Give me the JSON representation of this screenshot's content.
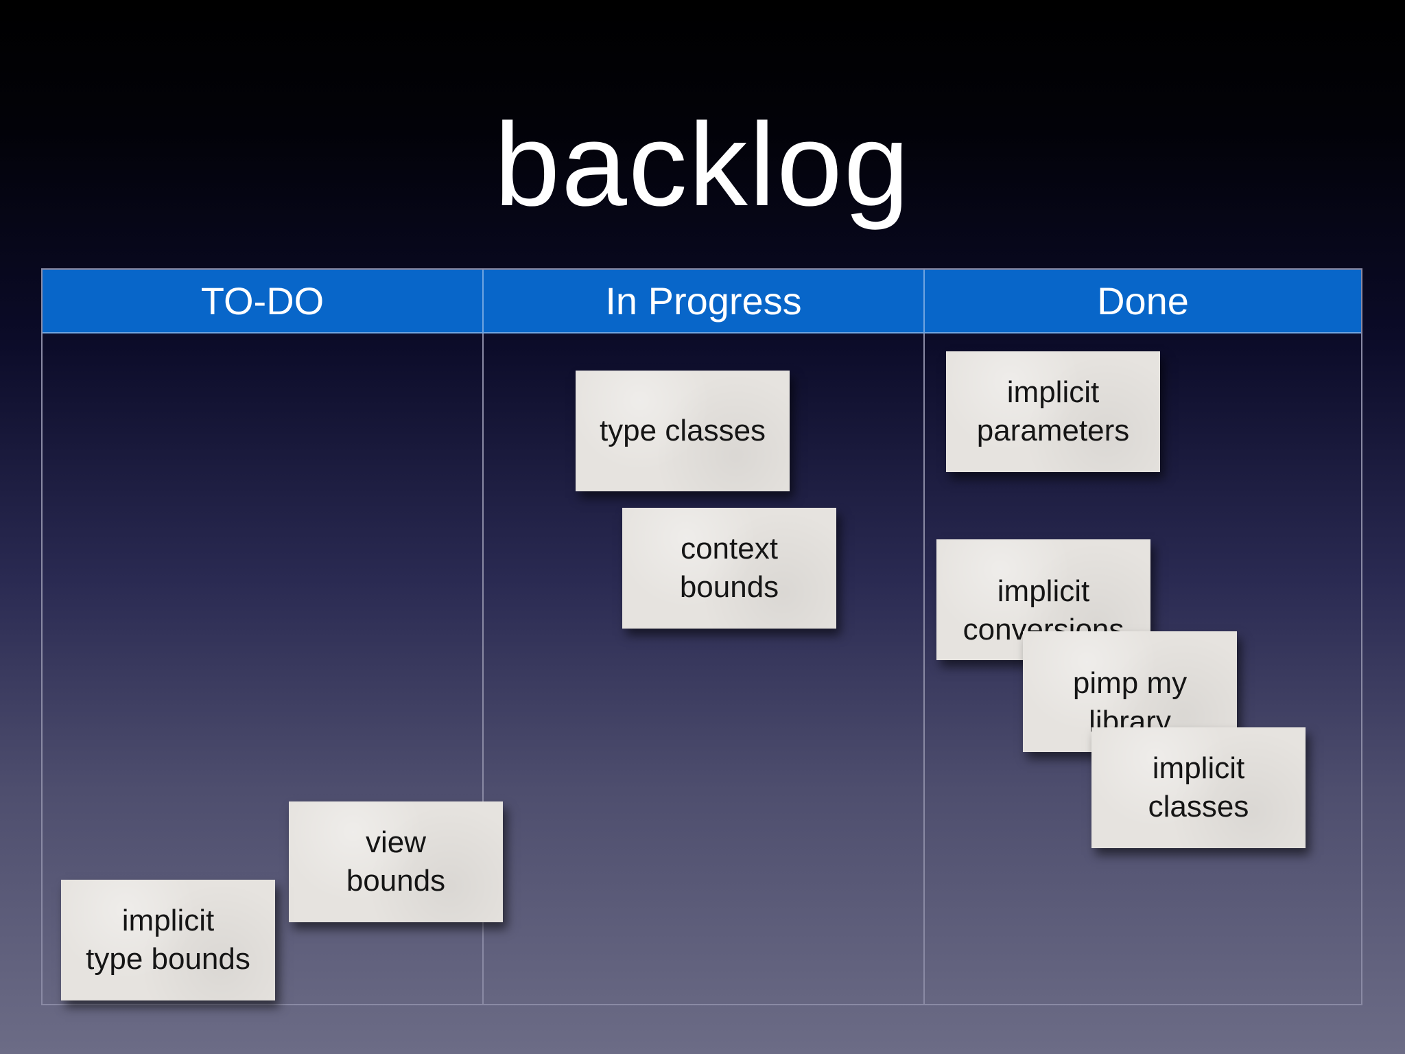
{
  "slide": {
    "title": "backlog"
  },
  "board": {
    "columns": [
      {
        "label": "TO-DO"
      },
      {
        "label": "In Progress"
      },
      {
        "label": "Done"
      }
    ],
    "cards": {
      "todo": [
        {
          "text": "view\nbounds"
        },
        {
          "text": "implicit\ntype bounds"
        }
      ],
      "in_progress": [
        {
          "text": "type classes"
        },
        {
          "text": "context\nbounds"
        }
      ],
      "done": [
        {
          "text": "implicit\nparameters"
        },
        {
          "text": "implicit\nconversions"
        },
        {
          "text": "pimp my\nlibrary"
        },
        {
          "text": "implicit\nclasses"
        }
      ]
    }
  },
  "colors": {
    "header_blue": "#0866c9",
    "card_paper": "#e6e3df",
    "grid_line": "#8a8aa4"
  }
}
